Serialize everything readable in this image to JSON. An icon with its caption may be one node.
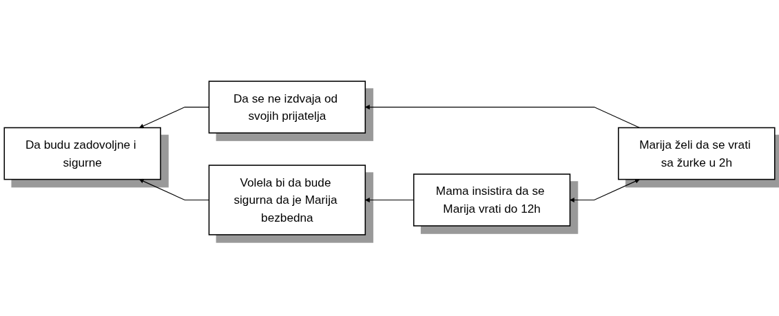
{
  "diagram": {
    "nodes": [
      {
        "text": [
          "Da budu zadovoljne i sigurne"
        ]
      },
      {
        "text": [
          "Da se ne izdvaja od svojih prijatelja"
        ]
      },
      {
        "text": [
          "Marija želi da se vrati sa žurke u 2h"
        ]
      },
      {
        "text": [
          "Volela bi da bude sigurna da je Marija bezbedna"
        ]
      },
      {
        "text": [
          "Mama insistira da se Marija vrati do 12h"
        ]
      }
    ],
    "edges": [
      {
        "from": 2,
        "to": 1,
        "arrow": "to"
      },
      {
        "from": 1,
        "to": 0,
        "arrow": "to"
      },
      {
        "from": 2,
        "to": 4,
        "arrow": "both"
      },
      {
        "from": 4,
        "to": 3,
        "arrow": "to"
      },
      {
        "from": 3,
        "to": 0,
        "arrow": "to"
      }
    ]
  }
}
